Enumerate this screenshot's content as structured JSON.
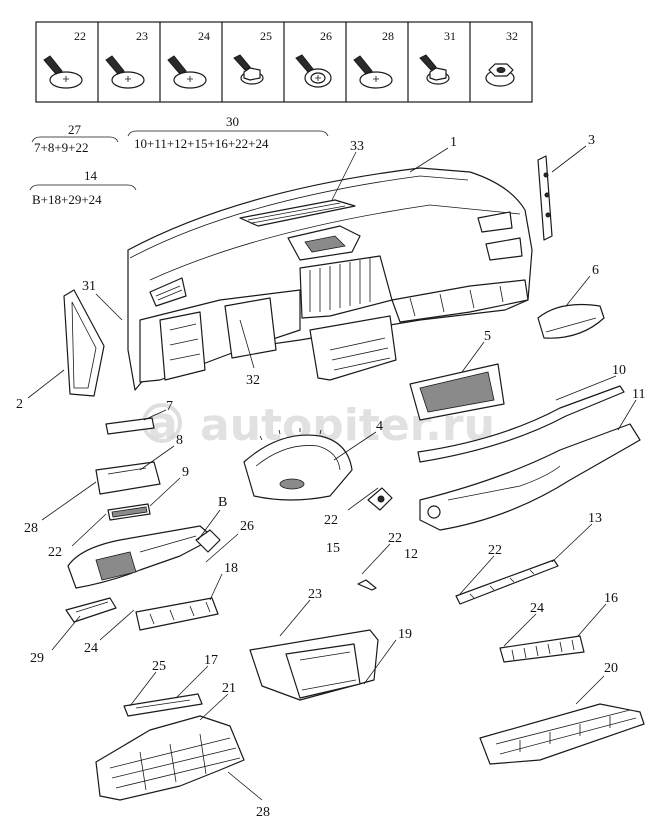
{
  "fastener_box": {
    "labels": [
      "22",
      "23",
      "24",
      "25",
      "26",
      "28",
      "31",
      "32"
    ]
  },
  "formulas": [
    {
      "number": "27",
      "parts": "7+8+9+22"
    },
    {
      "number": "30",
      "parts": "10+11+12+15+16+22+24"
    },
    {
      "number": "14",
      "parts": "B+18+29+24"
    }
  ],
  "callouts": [
    "1",
    "33",
    "3",
    "31",
    "2",
    "32",
    "6",
    "5",
    "10",
    "11",
    "4",
    "7",
    "8",
    "9",
    "28",
    "22",
    "B",
    "26",
    "18",
    "29",
    "24",
    "22",
    "15",
    "22",
    "12",
    "22",
    "13",
    "24",
    "16",
    "23",
    "19",
    "25",
    "17",
    "21",
    "20",
    "28"
  ],
  "watermark": "autopiter.ru"
}
